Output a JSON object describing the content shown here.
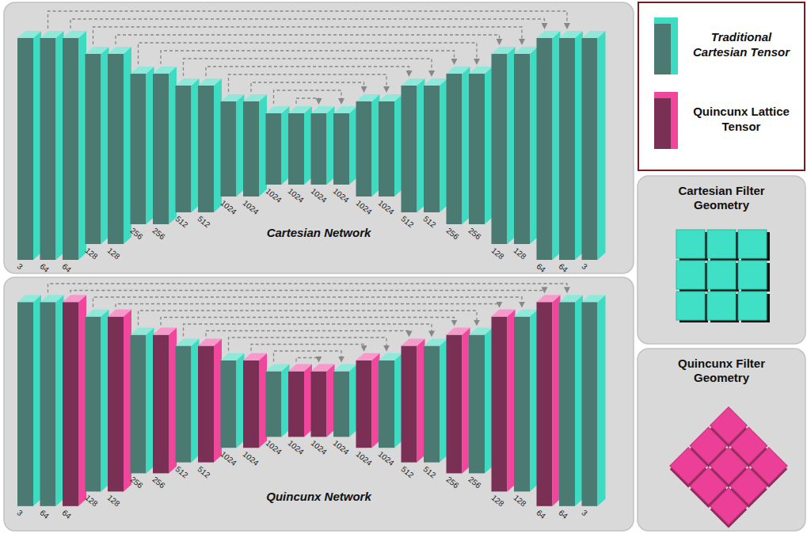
{
  "diagram": {
    "nodes": [
      {
        "text": [
          "Cartesian Network"
        ]
      },
      {
        "text": [
          "Quincunx Network"
        ]
      },
      {
        "text": [
          "Cartesian Filter Geometry"
        ]
      },
      {
        "text": [
          "Quincunx Filter Geometry"
        ]
      }
    ],
    "labels": [
      "3",
      "64",
      "64",
      "128",
      "128",
      "256",
      "256",
      "512",
      "512",
      "1024",
      "1024",
      "1024",
      "1024",
      "1024",
      "1024",
      "1024",
      "1024",
      "512",
      "512",
      "256",
      "256",
      "128",
      "128",
      "64",
      "64",
      "3",
      "3",
      "64",
      "64",
      "128",
      "128",
      "256",
      "256",
      "512",
      "512",
      "1024",
      "1024",
      "1024",
      "1024",
      "1024",
      "1024",
      "1024",
      "1024",
      "512",
      "512",
      "256",
      "256",
      "128",
      "128",
      "64",
      "64",
      "3"
    ],
    "legend": [
      {
        "text": "Traditional Cartesian Tensor",
        "color": "#3ddbc2"
      },
      {
        "text": "Quincunx Lattice Tensor",
        "color": "#f0479c"
      }
    ]
  }
}
